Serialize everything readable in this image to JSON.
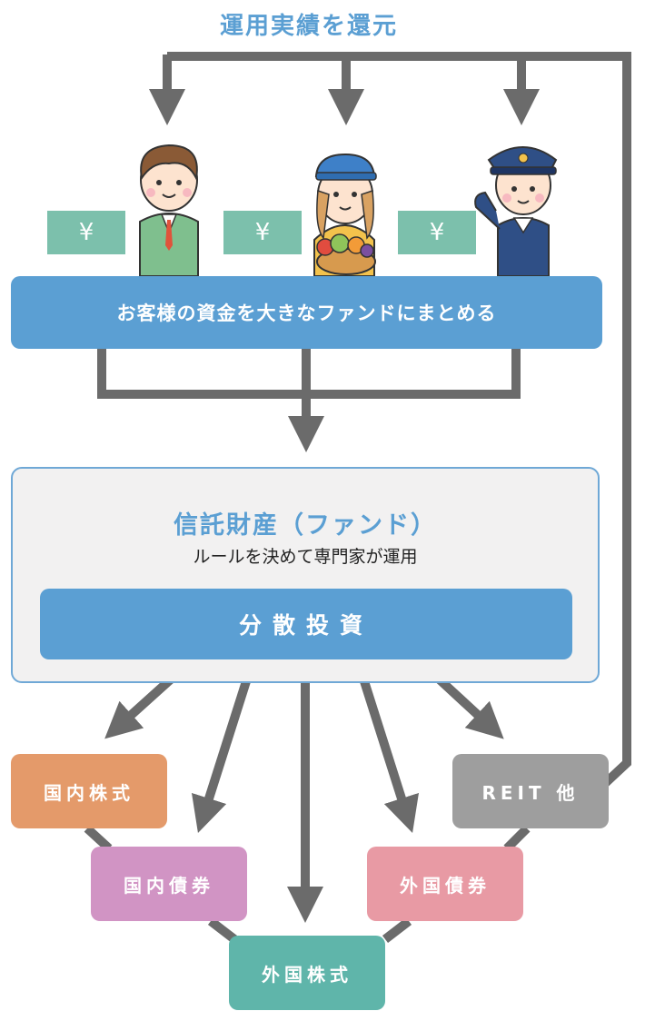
{
  "return_label": "運用実績を還元",
  "money": {
    "symbol": "¥"
  },
  "pool_label": "お客様の資金を大きなファンドにまとめる",
  "trust": {
    "title": "信託財産（ファンド）",
    "subtitle": "ルールを決めて専門家が運用",
    "diversify_label": "分散投資"
  },
  "assets": {
    "domestic_stock": "国内株式",
    "domestic_bond": "国内債券",
    "foreign_stock": "外国株式",
    "foreign_bond": "外国債券",
    "reit_other": "REIT 他"
  },
  "colors": {
    "accent_blue": "#5b9fd3",
    "arrow_gray": "#6b6b6b",
    "domestic_stock": "#e49a6a",
    "domestic_bond": "#d194c4",
    "foreign_stock": "#5fb5aa",
    "foreign_bond": "#e89aa4",
    "reit_other": "#9e9e9e",
    "money": "#7cc0ac"
  }
}
